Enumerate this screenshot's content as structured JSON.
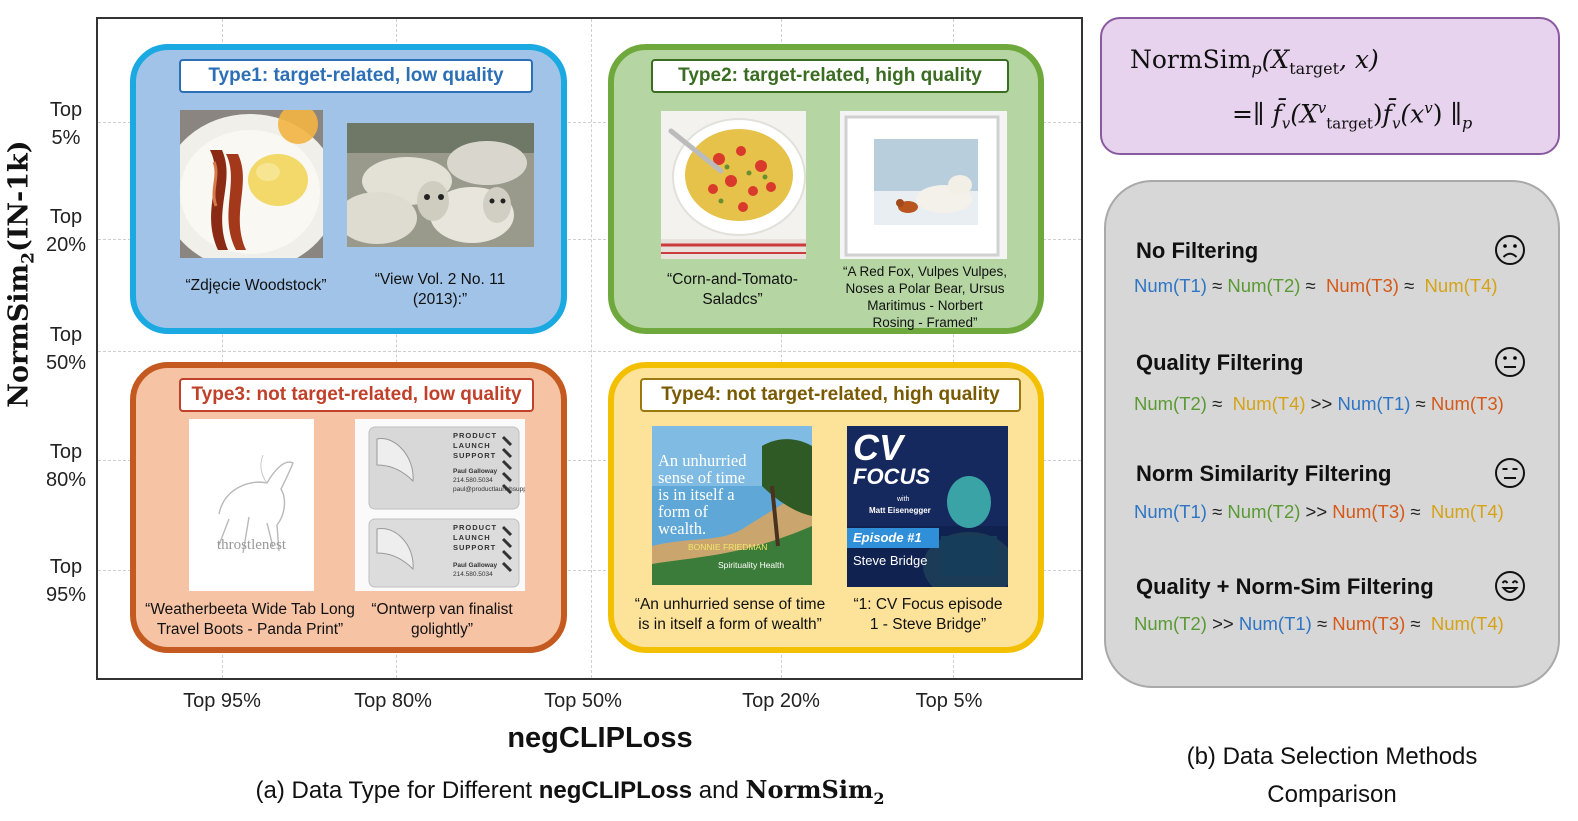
{
  "y_axis": {
    "title_main": "NormSim",
    "title_sub": "2",
    "title_tail": "(IN-1k)",
    "ticks": [
      {
        "line1": "Top",
        "line2": "5%"
      },
      {
        "line1": "Top",
        "line2": "20%"
      },
      {
        "line1": "Top",
        "line2": "50%"
      },
      {
        "line1": "Top",
        "line2": "80%"
      },
      {
        "line1": "Top",
        "line2": "95%"
      }
    ]
  },
  "x_axis": {
    "title": "negCLIPLoss",
    "ticks": [
      "Top 95%",
      "Top 80%",
      "Top 50%",
      "Top 20%",
      "Top 5%"
    ]
  },
  "quadrants": {
    "type1": {
      "title": "Type1:  target-related, low quality",
      "border": "#1ba9e2",
      "fill": "#a0c3e7",
      "cap_left": "“Zdjęcie Woodstock”",
      "cap_right_1": "“View Vol. 2 No. 11",
      "cap_right_2": "(2013):”"
    },
    "type2": {
      "title": "Type2:  target-related, high quality",
      "border": "#6fa83c",
      "fill": "#b5d6a3",
      "cap_left_1": "“Corn-and-Tomato-",
      "cap_left_2": "Saladcs”",
      "cap_right_1": "“A Red Fox, Vulpes Vulpes,",
      "cap_right_2": "Noses a Polar Bear, Ursus",
      "cap_right_3": "Maritimus - Norbert",
      "cap_right_4": "Rosing - Framed”"
    },
    "type3": {
      "title": "Type3: not target-related, low quality",
      "border": "#c45a20",
      "fill": "#f6c4a5",
      "cap_left_1": "“Weatherbeeta Wide Tab Long",
      "cap_left_2": "Travel Boots - Panda Print”",
      "cap_right_1": "“Ontwerp van finalist",
      "cap_right_2": "golightly”",
      "img_left_text": "throstlenest",
      "card_title_1": "PRODUCT",
      "card_title_2": "LAUNCH",
      "card_title_3": "SUPPORT",
      "card_name": "Paul Galloway",
      "card_phone": "214.580.5034",
      "card_email": "paul@productlaunchsupport.com"
    },
    "type4": {
      "title": "Type4:  not target-related, high quality",
      "border": "#f2c000",
      "fill": "#fde39a",
      "cap_left_1": "“An unhurried sense of time",
      "cap_left_2": "is in itself a form of wealth”",
      "cap_right_1": "“1: CV Focus episode",
      "cap_right_2": "1 - Steve Bridge”",
      "img_left_quote_1": "An unhurried",
      "img_left_quote_2": "sense of time",
      "img_left_quote_3": "is in itself a",
      "img_left_quote_4": "form of",
      "img_left_quote_5": "wealth.",
      "img_left_author": "BONNIE FRIEDMAN",
      "img_left_brand": "Spirituality Health",
      "img_right_logo_1": "CV",
      "img_right_logo_2": "FOCUS",
      "img_right_with": "with",
      "img_right_host": "Matt Eisenegger",
      "img_right_episode": "Episode #1",
      "img_right_guest": "Steve Bridge"
    }
  },
  "caption_a": {
    "prefix": "(a) Data Type for Different ",
    "bold1": "negCLIPLoss",
    "mid": " and ",
    "bold2": "NormSim",
    "sub": "2"
  },
  "formula": {
    "lhs": "NormSim",
    "p": "p",
    "args": "(X",
    "target": "target",
    "x": ", x)",
    "rhs_eq": "=∥",
    "fbar": "f̄",
    "v": "v",
    "vsup": "v",
    "xv": "(x",
    "norm": "∥",
    "psub": "p"
  },
  "methods": [
    {
      "name": "No Filtering",
      "icon": "sad-face-icon"
    },
    {
      "name": "Quality Filtering",
      "icon": "neutral-face-icon"
    },
    {
      "name": "Norm Similarity Filtering",
      "icon": "expressionless-face-icon"
    },
    {
      "name": "Quality + Norm-Sim Filtering",
      "icon": "happy-face-icon"
    }
  ],
  "method_rows": {
    "r1": [
      {
        "t": "Num(T1)",
        "c": "t1"
      },
      {
        "t": " ≈ ",
        "c": "op"
      },
      {
        "t": "Num(T2)",
        "c": "t2"
      },
      {
        "t": " ≈  ",
        "c": "op"
      },
      {
        "t": "Num(T3)",
        "c": "t3"
      },
      {
        "t": " ≈  ",
        "c": "op"
      },
      {
        "t": "Num(T4)",
        "c": "t4"
      }
    ],
    "r2": [
      {
        "t": "Num(T2)",
        "c": "t2"
      },
      {
        "t": " ≈  ",
        "c": "op"
      },
      {
        "t": "Num(T4)",
        "c": "t4"
      },
      {
        "t": " >> ",
        "c": "op"
      },
      {
        "t": "Num(T1)",
        "c": "t1"
      },
      {
        "t": " ≈ ",
        "c": "op"
      },
      {
        "t": "Num(T3)",
        "c": "t3"
      }
    ],
    "r3": [
      {
        "t": "Num(T1)",
        "c": "t1"
      },
      {
        "t": " ≈ ",
        "c": "op"
      },
      {
        "t": "Num(T2)",
        "c": "t2"
      },
      {
        "t": " >> ",
        "c": "op"
      },
      {
        "t": "Num(T3)",
        "c": "t3"
      },
      {
        "t": " ≈  ",
        "c": "op"
      },
      {
        "t": "Num(T4)",
        "c": "t4"
      }
    ],
    "r4": [
      {
        "t": "Num(T2)",
        "c": "t2"
      },
      {
        "t": " >> ",
        "c": "op"
      },
      {
        "t": "Num(T1)",
        "c": "t1"
      },
      {
        "t": " ≈ ",
        "c": "op"
      },
      {
        "t": "Num(T3)",
        "c": "t3"
      },
      {
        "t": " ≈  ",
        "c": "op"
      },
      {
        "t": "Num(T4)",
        "c": "t4"
      }
    ]
  },
  "caption_b": {
    "line1": "(b) Data Selection Methods",
    "line2": "Comparison"
  },
  "colors": {
    "t1": "#2e75c4",
    "t2": "#5a9a34",
    "t3": "#d4591a",
    "t4": "#d6a216"
  }
}
